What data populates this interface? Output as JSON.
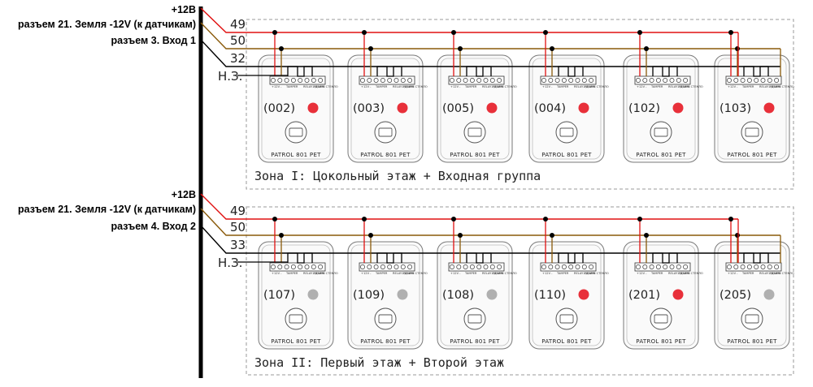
{
  "colors": {
    "bus": "#000000",
    "wire_12v": "#e01010",
    "wire_ground": "#8a5a0a",
    "wire_input": "#000000",
    "led_active": "#e8303a",
    "led_inactive": "#b0b0b0",
    "zone_border": "#9a9a9a",
    "device_border": "#7a7a7a"
  },
  "terminal_labels": [
    "+12V  -",
    "TAMPER",
    "RELAY1\nДВИЖ",
    "RELAY2\nСТЕКЛО"
  ],
  "zones": [
    {
      "label_power": "+12B",
      "label_ground": "разъем 21. Земля -12V (к датчикам)",
      "label_input": "разъем 3. Вход 1",
      "wire_12v": "49",
      "wire_ground": "50",
      "wire_input": "32",
      "wire_nc": "Н.З.",
      "title": "Зона I:  Цокольный этаж + Входная группа",
      "devices": [
        {
          "id": "(002)",
          "model": "PATROL 801 PET",
          "led": "red"
        },
        {
          "id": "(003)",
          "model": "PATROL 801 PET",
          "led": "red"
        },
        {
          "id": "(005)",
          "model": "PATROL 801 PET",
          "led": "red"
        },
        {
          "id": "(004)",
          "model": "PATROL 801 PET",
          "led": "red"
        },
        {
          "id": "(102)",
          "model": "PATROL 801 PET",
          "led": "red"
        },
        {
          "id": "(103)",
          "model": "PATROL 801 PET",
          "led": "red"
        }
      ]
    },
    {
      "label_power": "+12B",
      "label_ground": "разъем 21. Земля -12V (к датчикам)",
      "label_input": "разъем 4. Вход 2",
      "wire_12v": "49",
      "wire_ground": "50",
      "wire_input": "33",
      "wire_nc": "Н.З.",
      "title": "Зона II:  Первый этаж + Второй этаж",
      "devices": [
        {
          "id": "(107)",
          "model": "PATROL 801 PET",
          "led": "gray"
        },
        {
          "id": "(109)",
          "model": "PATROL 801 PET",
          "led": "gray"
        },
        {
          "id": "(108)",
          "model": "PATROL 801 PET",
          "led": "gray"
        },
        {
          "id": "(110)",
          "model": "PATROL 801 PET",
          "led": "red"
        },
        {
          "id": "(201)",
          "model": "PATROL 801 PET",
          "led": "red"
        },
        {
          "id": "(205)",
          "model": "PATROL 801 PET",
          "led": "gray"
        }
      ]
    }
  ]
}
